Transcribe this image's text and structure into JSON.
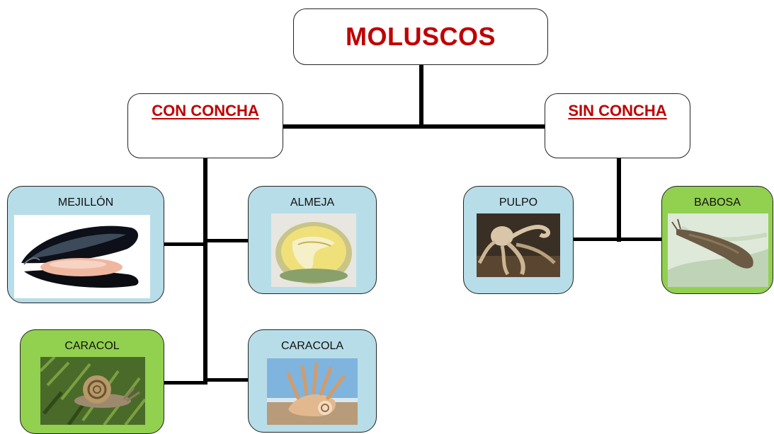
{
  "root": {
    "label": "MOLUSCOS"
  },
  "groups": {
    "with_shell": {
      "label": "CON CONCHA",
      "items": [
        {
          "label": "MEJILLÓN",
          "color": "#b7dde8"
        },
        {
          "label": "ALMEJA",
          "color": "#b7dde8"
        },
        {
          "label": "CARACOL",
          "color": "#92d050"
        },
        {
          "label": "CARACOLA",
          "color": "#b7dde8"
        }
      ]
    },
    "without_shell": {
      "label": "SIN CONCHA",
      "items": [
        {
          "label": "PULPO",
          "color": "#b7dde8"
        },
        {
          "label": "BABOSA",
          "color": "#92d050"
        }
      ]
    }
  },
  "colors": {
    "title_red": "#c00000",
    "connector": "#000000"
  }
}
